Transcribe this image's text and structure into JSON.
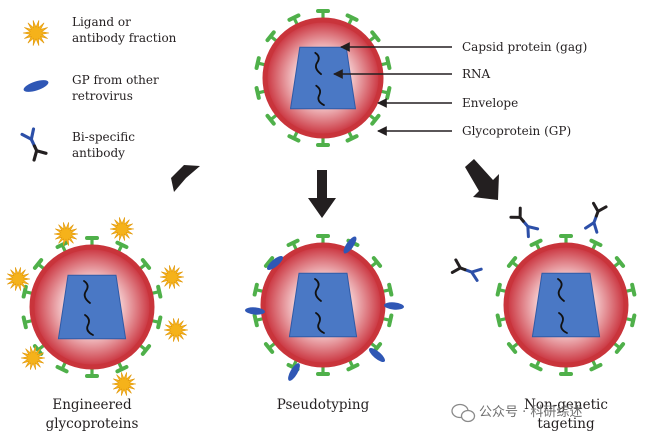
{
  "legend": {
    "ligand": [
      "Ligand or",
      "antibody fraction"
    ],
    "gp_other": [
      "GP from other",
      "retrovirus"
    ],
    "bispecific": [
      "Bi-specific",
      "antibody"
    ]
  },
  "labels": {
    "capsid": "Capsid protein (gag)",
    "rna": "RNA",
    "envelope": "Envelope",
    "glycoprotein": "Glycoprotein (GP)"
  },
  "captions": {
    "left": [
      "Engineered",
      "glycoproteins"
    ],
    "middle": [
      "Pseudotyping"
    ],
    "right": [
      "Non-genetic",
      "tageting"
    ]
  },
  "watermark": "公众号 · 科研综述",
  "colors": {
    "envelope_ring": "#c9343b",
    "envelope_fill_center": "#ffffff",
    "envelope_fill_edge": "#c92f3a",
    "capsid": "#4a78c5",
    "capsid_stroke": "#2f5aa6",
    "spike": "#4fb04a",
    "ligand": "#f5b21a",
    "gp_blue": "#2f57b5",
    "antibody_blue": "#2c4fa8",
    "antibody_black": "#231f20"
  }
}
